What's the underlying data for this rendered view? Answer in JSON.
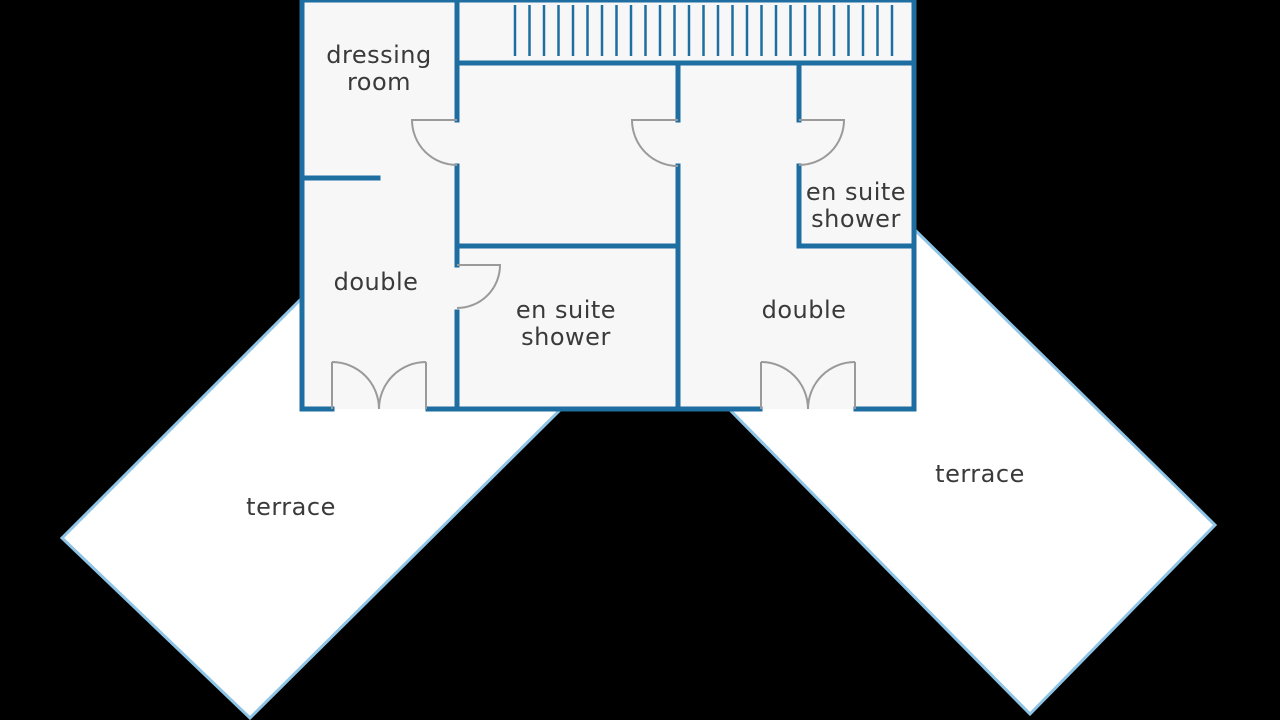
{
  "colors": {
    "background": "#000000",
    "wall": "#1f6ea1",
    "floor": "#f7f7f7",
    "terrace_fill": "#ffffff",
    "terrace_edge": "#8ec4e6",
    "door_swing": "#9a9a9a",
    "label": "#3a3a3a"
  },
  "rooms": {
    "dressing_room": {
      "line1": "dressing",
      "line2": "room"
    },
    "double_left": {
      "label": "double"
    },
    "ensuite_left": {
      "line1": "en suite",
      "line2": "shower"
    },
    "ensuite_right": {
      "line1": "en suite",
      "line2": "shower"
    },
    "double_right": {
      "label": "double"
    },
    "terrace_left": {
      "label": "terrace"
    },
    "terrace_right": {
      "label": "terrace"
    }
  },
  "icons": {
    "staircase": "staircase-icon",
    "door": "door-swing-icon",
    "double_door": "double-door-icon"
  }
}
